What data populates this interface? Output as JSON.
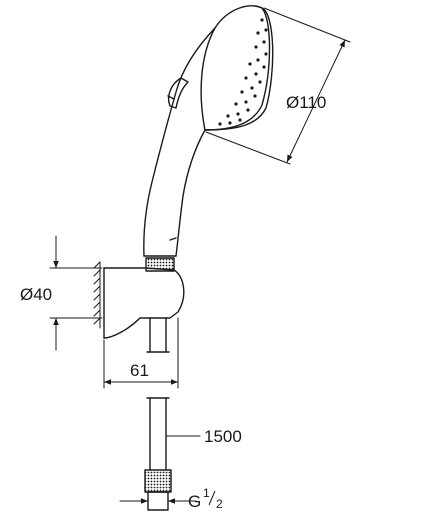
{
  "diagram": {
    "dimensions": {
      "head_diameter": "Ø110",
      "holder_diameter": "Ø40",
      "holder_depth": "61",
      "hose_length": "1500",
      "thread": {
        "base": "G",
        "numerator": "1",
        "denominator": "2"
      }
    },
    "colors": {
      "stroke": "#1a1a1a",
      "background": "#ffffff",
      "knurl_fill": "#2b2b2b"
    }
  }
}
